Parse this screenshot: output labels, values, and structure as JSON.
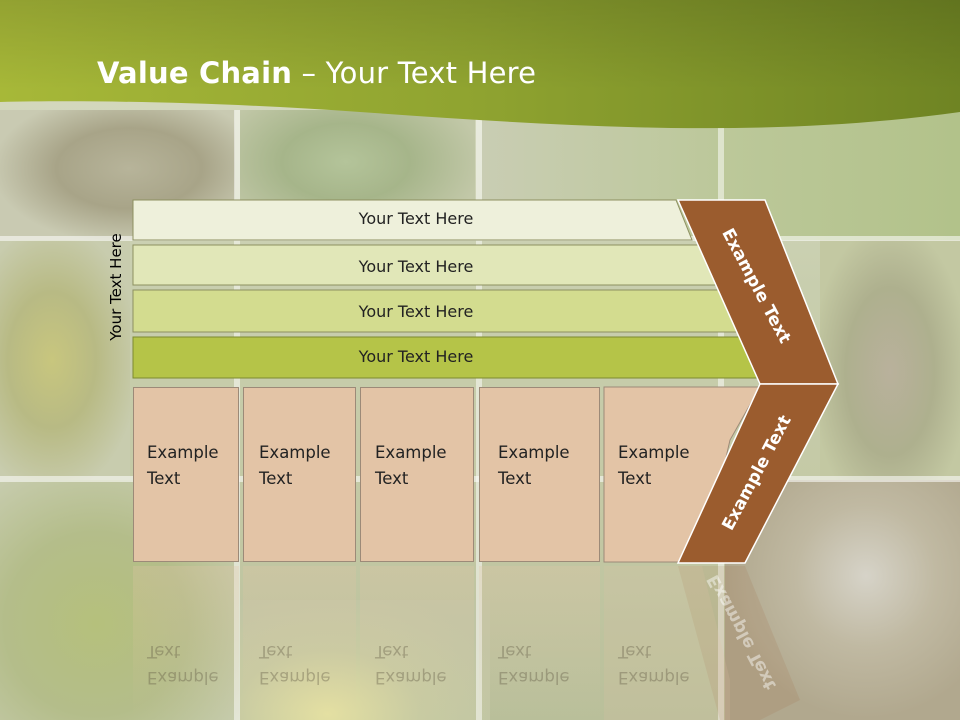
{
  "slide": {
    "title_bold": "Value Chain",
    "title_rest": " – Your Text Here",
    "vertical_label": "Your Text Here",
    "bands": [
      {
        "label": "Your Text Here",
        "color": "#eef0db"
      },
      {
        "label": "Your Text Here",
        "color": "#e1e7b8"
      },
      {
        "label": "Your Text Here",
        "color": "#d3dc8f"
      },
      {
        "label": "Your Text Here",
        "color": "#b5c448"
      }
    ],
    "columns": [
      {
        "line1": "Example",
        "line2": "Text"
      },
      {
        "line1": "Example",
        "line2": "Text"
      },
      {
        "line1": "Example",
        "line2": "Text"
      },
      {
        "line1": "Example",
        "line2": "Text"
      },
      {
        "line1": "Example",
        "line2": "Text"
      }
    ],
    "chevron_top_label": "Example Text",
    "chevron_bottom_label": "Example Text",
    "colors": {
      "header_green": "#8fa42e",
      "column_fill": "#e3c4a6",
      "chevron_brown": "#9b5c2e"
    }
  }
}
